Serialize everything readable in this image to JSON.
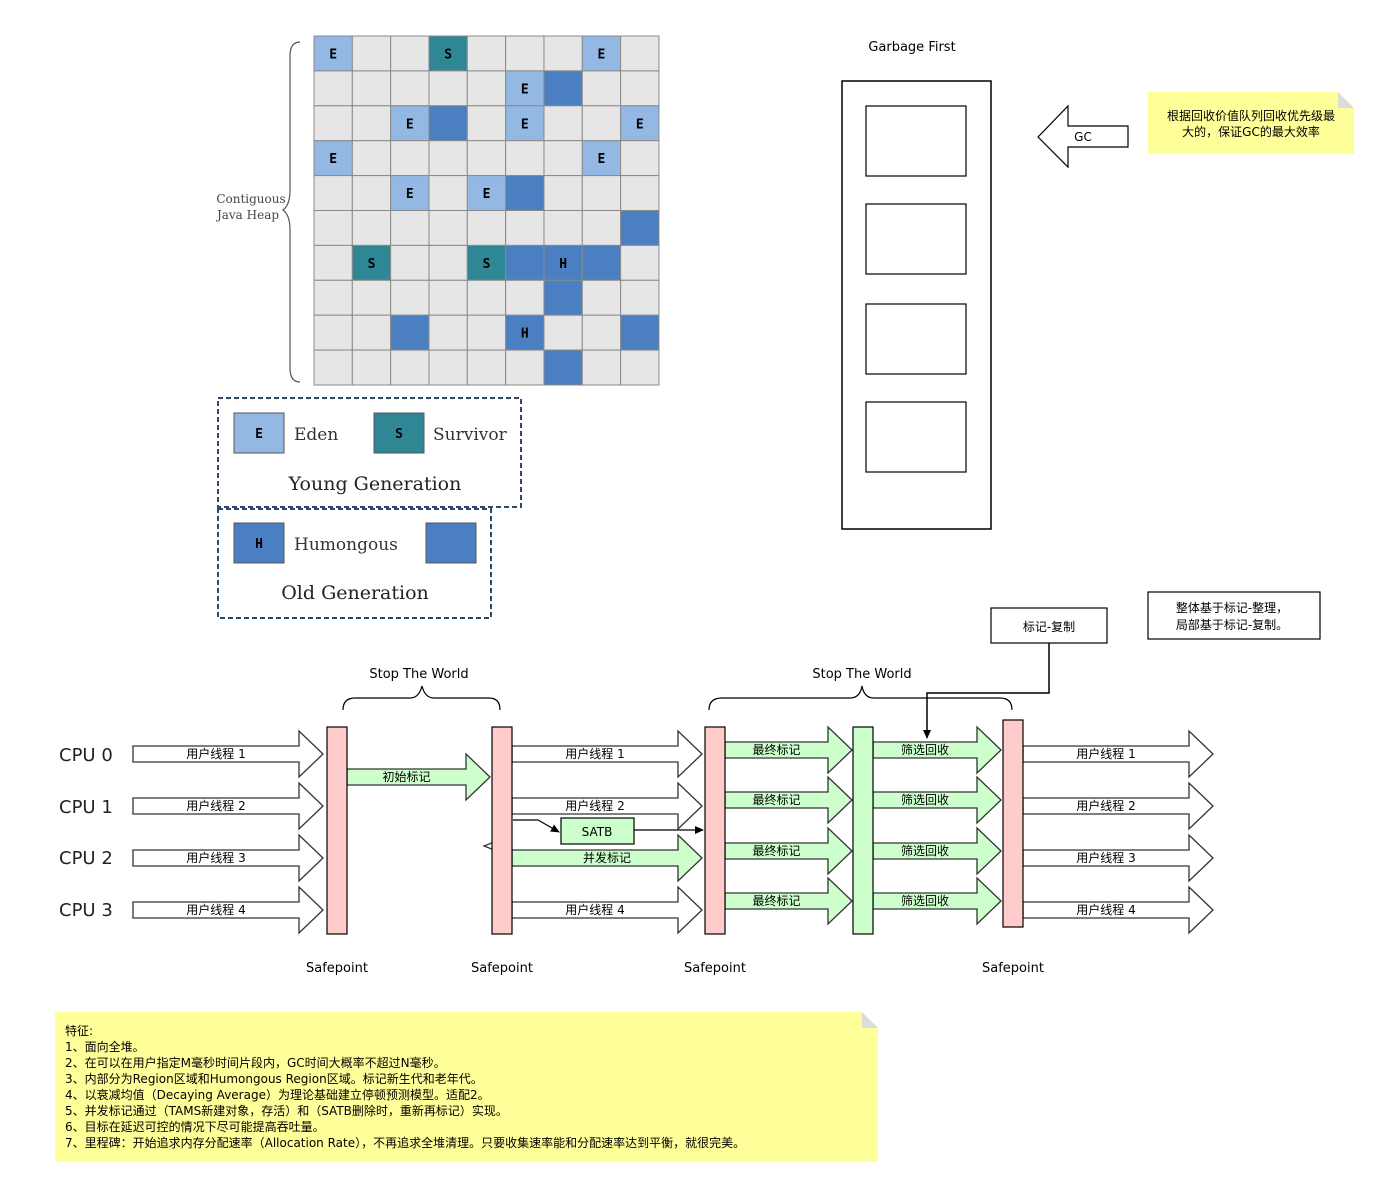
{
  "heap": {
    "brace_label_line1": "Contiguous",
    "brace_label_line2": "Java Heap",
    "cell_colors": {
      "empty": "#e6e6e6",
      "eden": "#94b8e4",
      "survivor": "#2f8796",
      "humongous": "#4a7fc1",
      "old": "#4a7fc1"
    },
    "grid": [
      [
        "E",
        "",
        "",
        "S",
        "",
        "",
        "",
        "E",
        ""
      ],
      [
        "",
        "",
        "",
        "",
        "",
        "E",
        "O",
        "",
        ""
      ],
      [
        "",
        "",
        "E",
        "O",
        "",
        "E",
        "",
        "",
        "E"
      ],
      [
        "E",
        "",
        "",
        "",
        "",
        "",
        "",
        "E",
        ""
      ],
      [
        "",
        "",
        "E",
        "",
        "E",
        "O",
        "",
        "",
        ""
      ],
      [
        "",
        "",
        "",
        "",
        "",
        "",
        "",
        "",
        "O"
      ],
      [
        "",
        "S",
        "",
        "",
        "S",
        "O",
        "H",
        "O",
        ""
      ],
      [
        "",
        "",
        "",
        "",
        "",
        "",
        "O",
        "",
        ""
      ],
      [
        "",
        "",
        "O",
        "",
        "",
        "H",
        "",
        "",
        "O"
      ],
      [
        "",
        "",
        "",
        "",
        "",
        "",
        "O",
        "",
        ""
      ]
    ]
  },
  "legend": {
    "young": {
      "eden_letter": "E",
      "eden_label": "Eden",
      "survivor_letter": "S",
      "survivor_label": "Survivor",
      "title": "Young Generation"
    },
    "old": {
      "humongous_letter": "H",
      "humongous_label": "Humongous",
      "title": "Old Generation"
    }
  },
  "g1": {
    "title": "Garbage First",
    "gc_label": "GC"
  },
  "note_top": {
    "line1": "根据回收价值队列回收优先级最",
    "line2": "大的，保证GC的最大效率"
  },
  "box_mark_copy": "标记-复制",
  "box_overall": {
    "line1": "整体基于标记-整理，",
    "line2": "局部基于标记-复制。"
  },
  "stw_label_1": "Stop The World",
  "stw_label_2": "Stop The World",
  "cpus": [
    "CPU 0",
    "CPU 1",
    "CPU 2",
    "CPU 3"
  ],
  "user_threads": [
    "用户线程 1",
    "用户线程 2",
    "用户线程 3",
    "用户线程 4"
  ],
  "phases": {
    "initial_mark": "初始标记",
    "concurrent_mark": "并发标记",
    "satb": "SATB",
    "final_mark": "最终标记",
    "filter_collect": "筛选回收"
  },
  "safepoint": "Safepoint",
  "colors": {
    "safepoint_bar": "#ffcccc",
    "green": "#ccffcc",
    "note_yellow": "#ffff99"
  },
  "features": {
    "title": "特征:",
    "items": [
      "1、面向全堆。",
      "2、在可以在用户指定M毫秒时间片段内，GC时间大概率不超过N毫秒。",
      "3、内部分为Region区域和Humongous Region区域。标记新生代和老年代。",
      "4、以衰减均值（Decaying Average）为理论基础建立停顿预测模型。适配2。",
      "5、并发标记通过（TAMS新建对象，存活）和（SATB删除时，重新再标记）实现。",
      "6、目标在延迟可控的情况下尽可能提高吞吐量。",
      "7、里程碑：开始追求内存分配速率（Allocation Rate），不再追求全堆清理。只要收集速率能和分配速率达到平衡，就很完美。"
    ]
  }
}
